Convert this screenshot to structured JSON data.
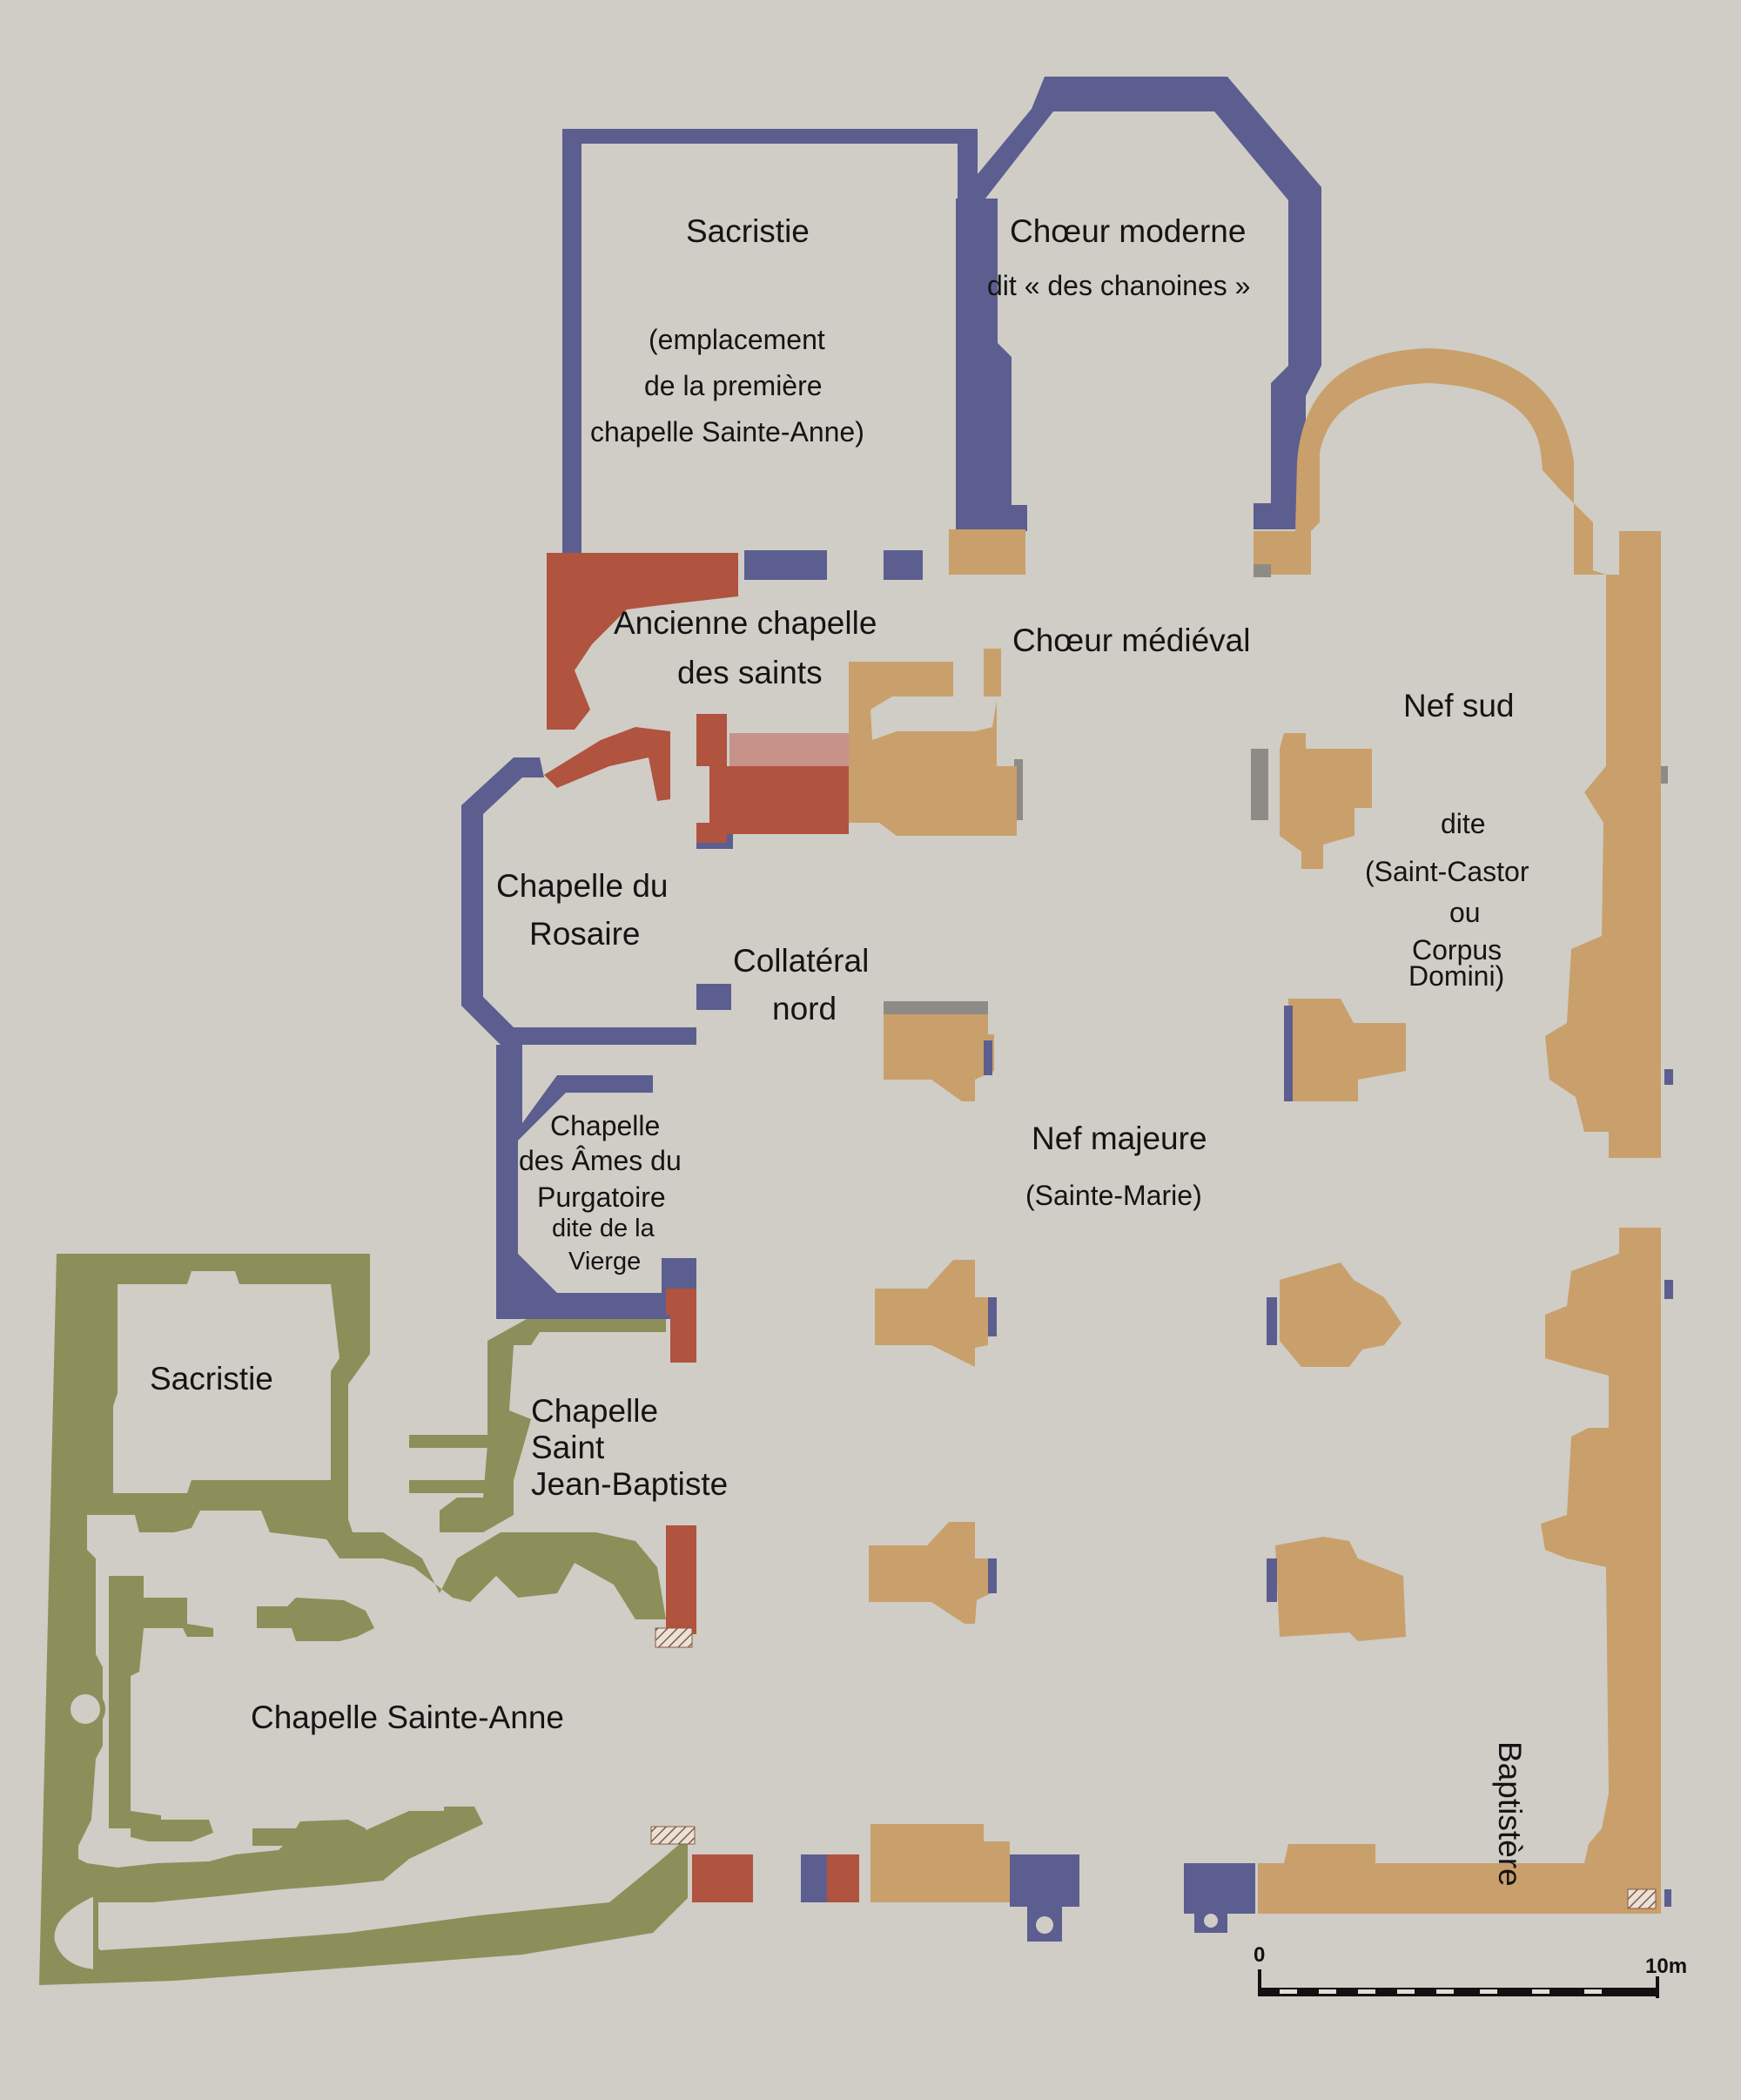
{
  "colors": {
    "background": "#cfcdc6",
    "blue_walls": "#5c5e8f",
    "red_walls": "#b0533f",
    "ochre_walls": "#c9a06b",
    "green_walls": "#8c8f59",
    "grey_walls": "#8e8a86"
  },
  "labels": {
    "sacristie_top": "Sacristie",
    "sacristie_note_1": "(emplacement",
    "sacristie_note_2": "de la première",
    "sacristie_note_3": "chapelle Sainte-Anne)",
    "choeur_moderne_1": "Chœur moderne",
    "choeur_moderne_2": "dit « des chanoines »",
    "ancienne_chapelle_1": "Ancienne chapelle",
    "ancienne_chapelle_2": "des saints",
    "choeur_medieval": "Chœur médiéval",
    "nef_sud_1": "Nef sud",
    "nef_sud_2": "dite",
    "nef_sud_3": "(Saint-Castor",
    "nef_sud_4": "ou",
    "nef_sud_5": "Corpus",
    "nef_sud_6": "Domini)",
    "chapelle_rosaire_1": "Chapelle du",
    "chapelle_rosaire_2": "Rosaire",
    "collateral_1": "Collatéral",
    "collateral_2": "nord",
    "ames_1": "Chapelle",
    "ames_2": "des Âmes du",
    "ames_3": "Purgatoire",
    "ames_4": "dite de la",
    "ames_5": "Vierge",
    "nef_majeure_1": "Nef majeure",
    "nef_majeure_2": "(Sainte-Marie)",
    "sacristie_left": "Sacristie",
    "jean_baptiste_1": "Chapelle",
    "jean_baptiste_2": "Saint",
    "jean_baptiste_3": "Jean-Baptiste",
    "sainte_anne": "Chapelle Sainte-Anne",
    "baptistere": "Baptistère"
  },
  "scale_bar": {
    "start_label": "0",
    "end_label": "10m"
  }
}
